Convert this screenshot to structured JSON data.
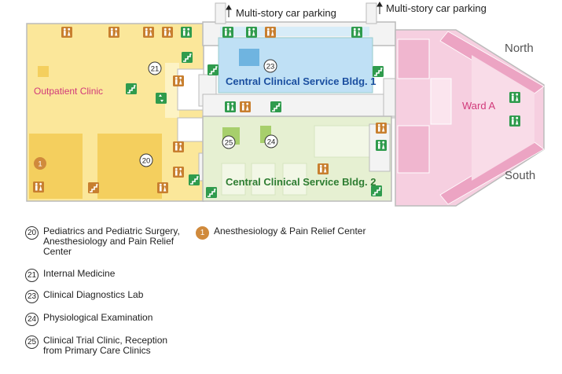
{
  "parking_labels": {
    "left": "Multi-story car parking",
    "right": "Multi-story car parking"
  },
  "directions": {
    "north": "North",
    "south": "South"
  },
  "areas": {
    "outpatient": "Outpatient Clinic",
    "bldg1": "Central Clinical Service Bldg. 1",
    "bldg2": "Central Clinical Service Bldg. 2",
    "ward": "Ward A"
  },
  "markers": {
    "m20": "20",
    "m21": "21",
    "m23": "23",
    "m24": "24",
    "m25": "25",
    "m1": "1"
  },
  "legend": [
    {
      "num": "20",
      "text": "Pediatrics and Pediatric Surgery,\nAnesthesiology and Pain Relief\nCenter"
    },
    {
      "num": "1",
      "text": "Anesthesiology & Pain Relief Center"
    },
    {
      "num": "21",
      "text": "Internal Medicine"
    },
    {
      "num": "23",
      "text": "Clinical Diagnostics Lab"
    },
    {
      "num": "24",
      "text": "Physiological Examination"
    },
    {
      "num": "25",
      "text": "Clinical Trial Clinic, Reception\nfrom Primary Care Clinics"
    }
  ],
  "colors": {
    "outpatient": "#fbe79a",
    "outpatient_dark": "#f4cf5e",
    "bldg1": "#bfe0f5",
    "bldg1_dark": "#6fb4e0",
    "bldg2": "#e6f0d2",
    "ward": "#f6cfe0",
    "ward_dark": "#e98bb3",
    "corridor": "#f3f3f3",
    "icon_green": "#2f9b4d",
    "icon_orange": "#c87f2f",
    "text_blue": "#1b4fa0",
    "text_green": "#2e7d32",
    "text_pink": "#d13a7a"
  },
  "icons": [
    "restroom-icon",
    "elevator-icon",
    "stairs-icon",
    "wheelchair-icon",
    "nursing-room-icon"
  ]
}
